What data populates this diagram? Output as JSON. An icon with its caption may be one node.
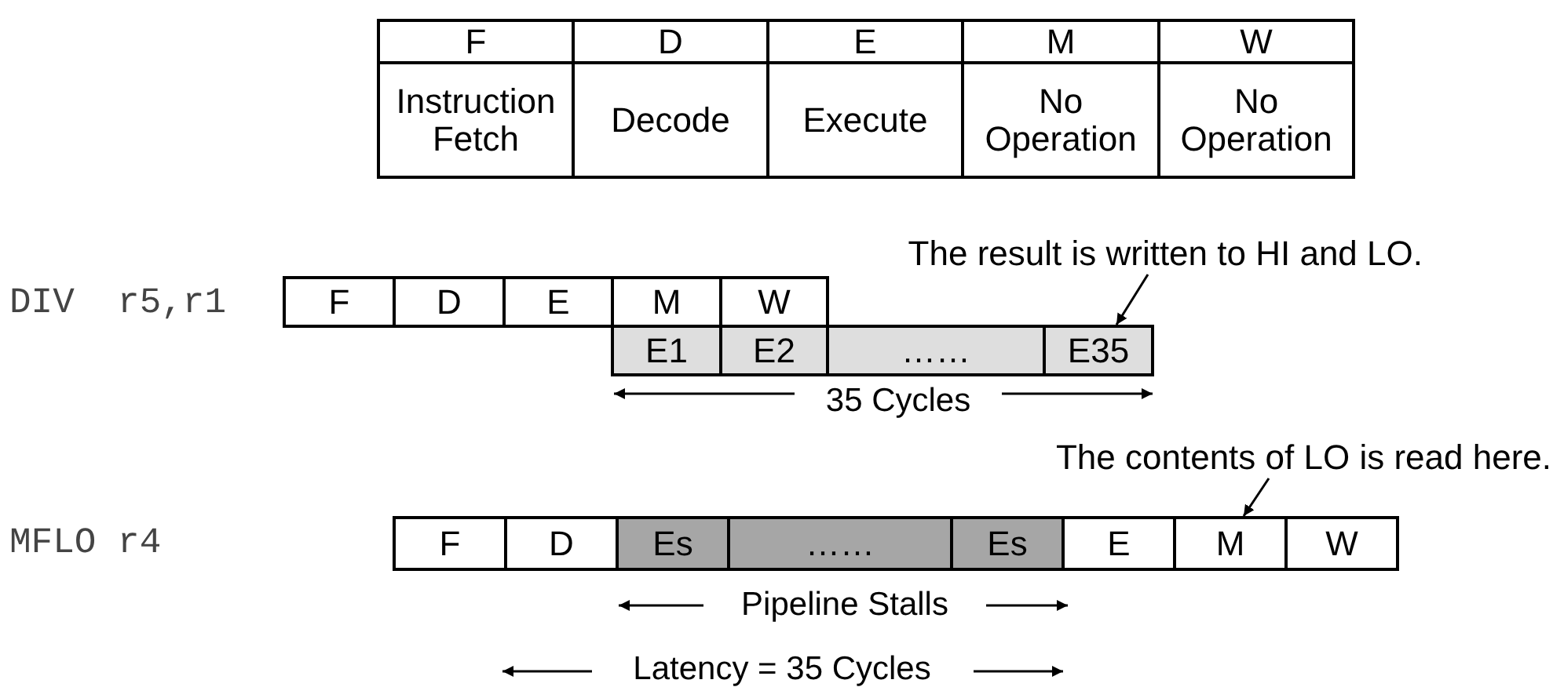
{
  "diagram": {
    "nodes": [
      {
        "text": [
          "The result is written to HI and LO."
        ]
      },
      {
        "text": [
          "F"
        ]
      },
      {
        "text": [
          "D"
        ]
      },
      {
        "text": [
          "E"
        ]
      },
      {
        "text": [
          "M"
        ]
      },
      {
        "text": [
          "W"
        ]
      },
      {
        "text": [
          "E1"
        ]
      },
      {
        "text": [
          "E2"
        ]
      },
      {
        "text": [
          "……"
        ]
      },
      {
        "text": [
          "E35"
        ]
      },
      {
        "text": [
          "The contents of LO is read here."
        ]
      },
      {
        "text": [
          "F"
        ]
      },
      {
        "text": [
          "D"
        ]
      },
      {
        "text": [
          "Es"
        ]
      },
      {
        "text": [
          "……"
        ]
      },
      {
        "text": [
          "Es"
        ]
      },
      {
        "text": [
          "E"
        ]
      },
      {
        "text": [
          "M"
        ]
      },
      {
        "text": [
          "W"
        ]
      }
    ],
    "edges": [
      {
        "from": 0,
        "to": 9,
        "arrow": "to"
      },
      {
        "from": 10,
        "to": 17,
        "arrow": "to"
      }
    ],
    "labels": [
      "F",
      "D",
      "E",
      "M",
      "W",
      "Instruction Fetch",
      "Decode",
      "Execute",
      "No Operation",
      "No Operation",
      "DIV  r5,r1",
      "35 Cycles",
      "MFLO r4",
      "Pipeline Stalls",
      "Latency = 35 Cycles"
    ]
  }
}
